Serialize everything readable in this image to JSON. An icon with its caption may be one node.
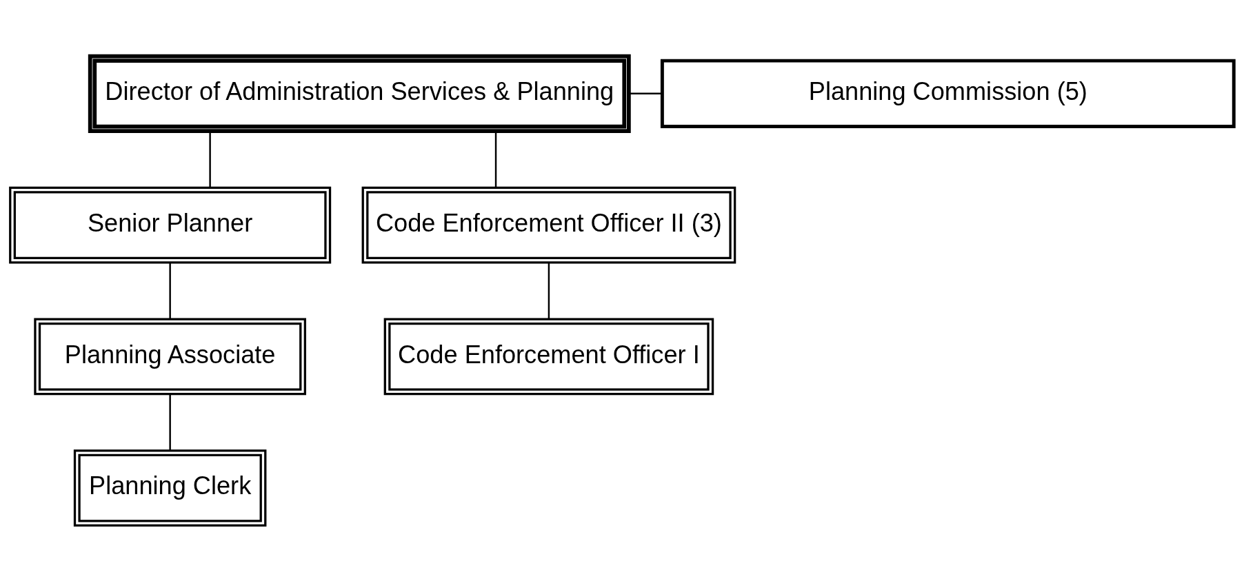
{
  "diagram": {
    "nodes": [
      {
        "text": [
          "Director of Administration Services & Planning"
        ]
      },
      {
        "text": [
          "Planning Commission (5)"
        ]
      },
      {
        "text": [
          "Senior Planner"
        ]
      },
      {
        "text": [
          "Code Enforcement Officer II (3)"
        ]
      },
      {
        "text": [
          "Planning Associate"
        ]
      },
      {
        "text": [
          "Code Enforcement Officer I"
        ]
      },
      {
        "text": [
          "Planning Clerk"
        ]
      }
    ],
    "edges": [
      {
        "from": 0,
        "to": 1,
        "arrow": "none"
      },
      {
        "from": 0,
        "to": 2,
        "arrow": "none"
      },
      {
        "from": 0,
        "to": 3,
        "arrow": "none"
      },
      {
        "from": 2,
        "to": 4,
        "arrow": "none"
      },
      {
        "from": 3,
        "to": 5,
        "arrow": "none"
      },
      {
        "from": 4,
        "to": 6,
        "arrow": "none"
      }
    ]
  }
}
